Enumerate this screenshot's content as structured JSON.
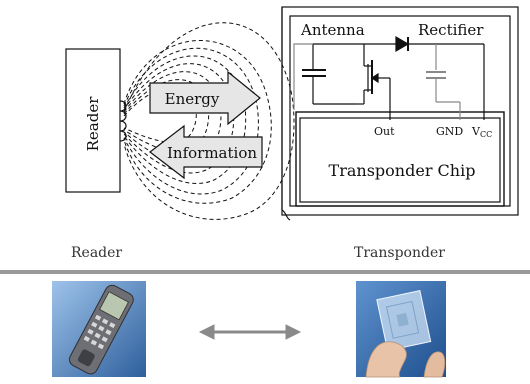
{
  "diagram": {
    "reader_box_label": "Reader",
    "energy_label": "Energy",
    "information_label": "Information",
    "antenna_label": "Antenna",
    "rectifier_label": "Rectifier",
    "out_label": "Out",
    "gnd_label": "GND",
    "vcc_label": "V",
    "vcc_subscript": "CC",
    "chip_label": "Transponder Chip"
  },
  "captions": {
    "reader": "Reader",
    "transponder": "Transponder"
  },
  "colors": {
    "arrow_fill": "#e6e6e6",
    "divider": "#9a9a9a",
    "photo_bg": "#3e78b8",
    "link_arrow": "#8a8a8a"
  },
  "photos": {
    "reader": "handheld-reader-device",
    "transponder": "transponder-tag-in-hand"
  }
}
